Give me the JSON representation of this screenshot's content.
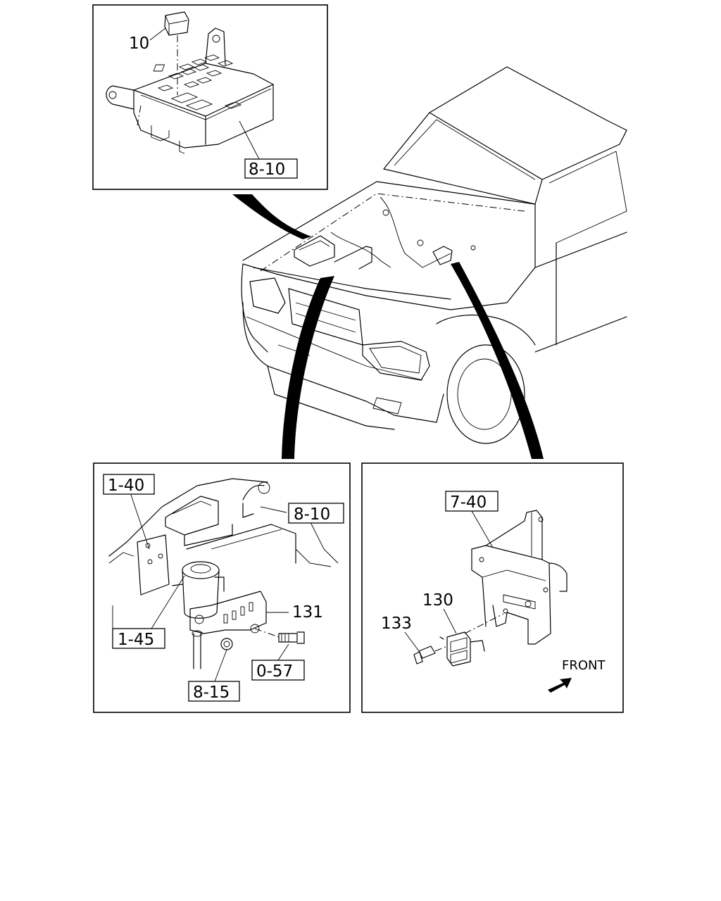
{
  "top_inset": {
    "part_10": "10",
    "ref_relay_box": "8-10"
  },
  "left_inset": {
    "ref_1_40": "1-40",
    "ref_8_10": "8-10",
    "ref_1_45": "1-45",
    "part_131": "131",
    "ref_8_15": "8-15",
    "ref_0_57": "0-57"
  },
  "right_inset": {
    "ref_7_40": "7-40",
    "part_130": "130",
    "part_133": "133",
    "front_label": "FRONT"
  },
  "icons": [
    "relay-icon",
    "relay-box-icon",
    "bracket-icon",
    "bolt-icon",
    "nut-icon",
    "front-arrow-icon",
    "vehicle-icon"
  ]
}
